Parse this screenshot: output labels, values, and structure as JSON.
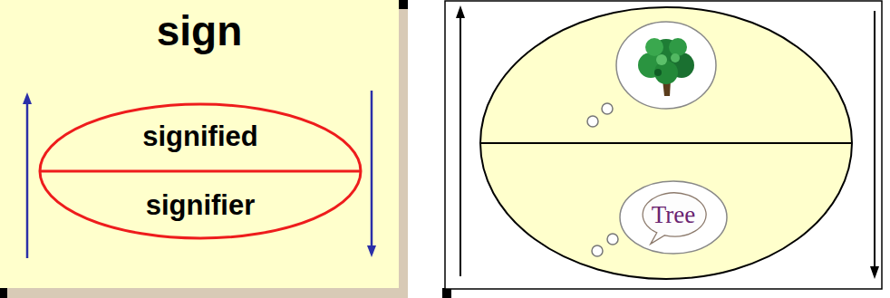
{
  "diagram": {
    "title": "sign",
    "nodes": [
      {
        "text": [
          "signified",
          "signifier"
        ]
      },
      {
        "text": [
          "Tree"
        ]
      }
    ]
  }
}
